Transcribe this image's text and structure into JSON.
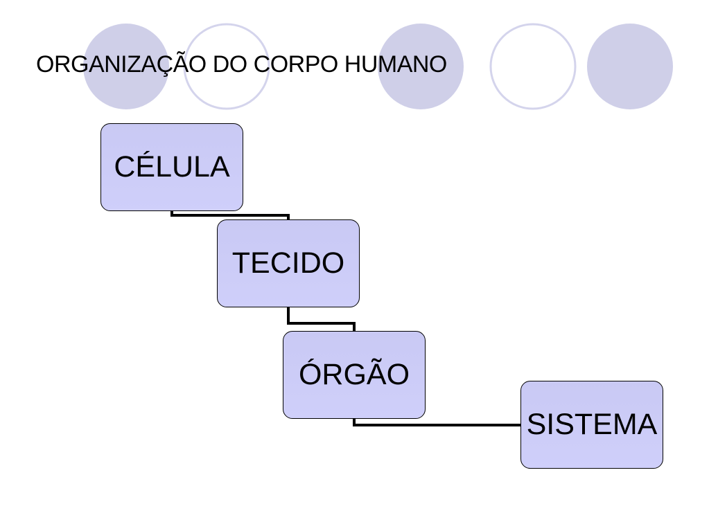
{
  "title": "ORGANIZAÇÃO DO CORPO HUMANO",
  "colors": {
    "circle_fill": "#cfcfe8",
    "circle_outline": "#d4d4ec",
    "box_fill": "#ccccf6",
    "box_border": "#000000",
    "connector": "#000000"
  },
  "hierarchy": [
    {
      "label": "CÉLULA"
    },
    {
      "label": "TECIDO"
    },
    {
      "label": "ÓRGÃO"
    },
    {
      "label": "SISTEMA"
    }
  ]
}
